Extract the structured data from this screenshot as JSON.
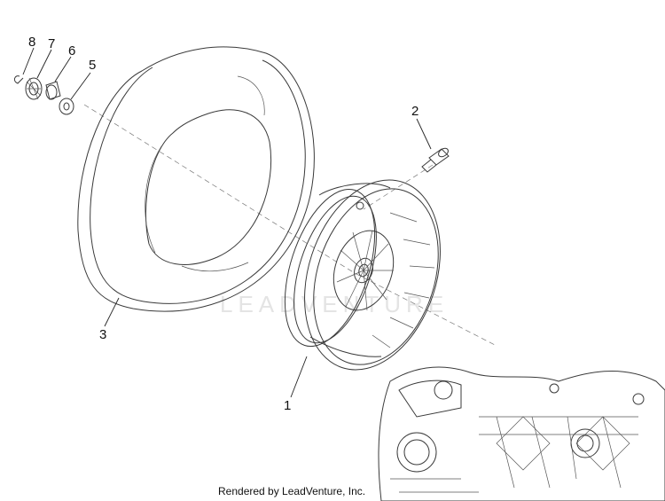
{
  "callouts": [
    {
      "id": "1",
      "label": "1"
    },
    {
      "id": "2",
      "label": "2"
    },
    {
      "id": "3",
      "label": "3"
    },
    {
      "id": "5",
      "label": "5"
    },
    {
      "id": "6",
      "label": "6"
    },
    {
      "id": "7",
      "label": "7"
    },
    {
      "id": "8",
      "label": "8"
    }
  ],
  "watermark": "LEADVENTURE",
  "credit": "Rendered by LeadVenture, Inc."
}
